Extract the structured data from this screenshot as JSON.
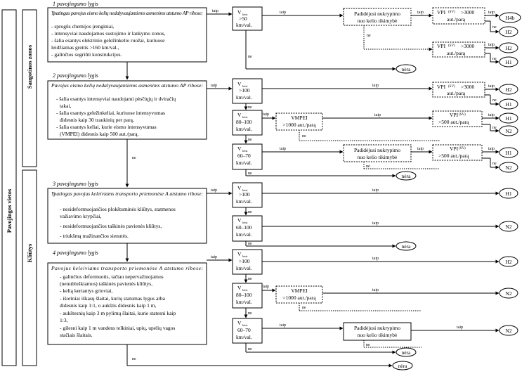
{
  "side": {
    "outer": "Pavojingos vietos",
    "zone1": "Saugotinos zonos",
    "zone2": "Kliūtys"
  },
  "levels": [
    "1 pavojingumo lygis",
    "2 pavojingumo lygis",
    "3 pavojingumo lygis",
    "4 pavojingumo lygis"
  ],
  "level1": {
    "title": "Ypatingas pavojus eismo kelių nedalyvaujantiems asmenims atstumo AP ribose:",
    "items": [
      "- sprogūs chemijos įrenginiai,",
      "- intensyviai naudojamos sustojimo ir lankymo zonos,",
      "- šalia esantys elektrinio geležinkelio ruožai, kuriuose",
      "leidžiamas greitis >160 km/val.,",
      "- galinčios sugriūti konstrukcijos."
    ]
  },
  "level2": {
    "title": "Pavojus eismo kelių nedalyvaujantiems asmenims atstumo AP ribose:",
    "items": [
      "-   šalia esantys intensyviai naudojami pėsčiųjų ir dviračių",
      "takai,",
      "- šalia esantys geležinkeliai, kuriuose intensyvumas",
      "didesnis kaip 30 traukinių per parą,",
      "- šalia esantys keliai, kurie eismo intensyvumas",
      "(VMPEI) didesnis kaip 500 aut./parą."
    ]
  },
  "level3": {
    "title": "Ypatingas pavojus keleiviams transporto priemonėse A atstumo ribose:",
    "items": [
      "- nesideformuojančios plokštuminės kliūtys, statmenos",
      "važiavimo krypčiai,",
      "- nesideformuojančios taškinės pavienės kliūtys,",
      "- triukšmą mažinančios sienutės."
    ]
  },
  "level4": {
    "title": "Pavojus keleiviams transporto priemonėse A atstumo ribose:",
    "items": [
      "- galinčios deformuotis, tačiau nepervažiuojamos",
      "(nenubloškiamos) taškinės pavienės kliūtys,",
      "- kelią kertantys grioviai,",
      "- išoriniai iškasų šlaitai, kurių statumas lygus arba",
      "didesnis kaip 1:1, o aukštis didesnis kaip 1 m,",
      "- aukštesnių kaip 3 m pylimų šlaitai, kurie statesni kaip",
      "1:3,",
      "- gilesni kaip 1 m vandens telkiniai,  upių, upelių vagos",
      "stačiais šlaitais."
    ]
  },
  "speed": {
    "v": "V",
    "sub": "leist",
    "unit": "km/val.",
    "gt50": ">50",
    "gt100": ">100",
    "r80_100": "80–100",
    "r60_70": "60–70",
    "r60_100": "60–100"
  },
  "cond": {
    "curve": [
      "Padidėjusi nukrypimo",
      "nuo kelio tikimybė"
    ],
    "vpi3000": [
      "VPI",
      "(SV)",
      ">3000",
      "aut./parą"
    ],
    "vpi500": [
      "VPI",
      "(SV)",
      ">500 aut./parą"
    ],
    "vmpei": [
      "VMPEI",
      ">1000 aut./parą"
    ]
  },
  "results": {
    "h4b": "H4b",
    "h2": "H2",
    "h1": "H1",
    "n2": "N2",
    "nera": "nėra"
  },
  "edge": {
    "yes": "taip",
    "no": "ne"
  }
}
